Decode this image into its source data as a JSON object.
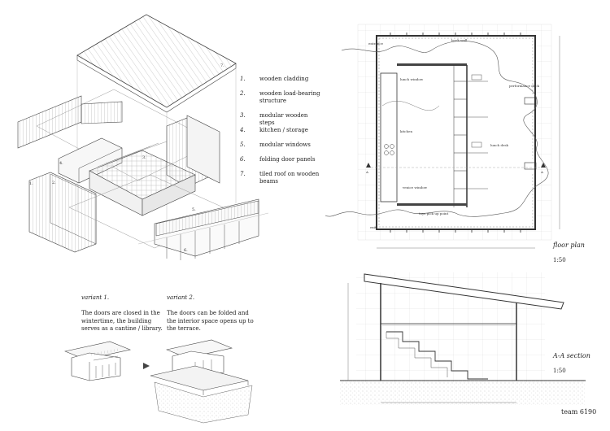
{
  "legend": [
    {
      "num": "1.",
      "text": "wooden cladding"
    },
    {
      "num": "2.",
      "text": "wooden load-bearing structure"
    },
    {
      "num": "3.",
      "text": "modular wooden steps"
    },
    {
      "num": "4.",
      "text": "kitchen / storage"
    },
    {
      "num": "5.",
      "text": "modular windows"
    },
    {
      "num": "6.",
      "text": "folding door panels"
    },
    {
      "num": "7.",
      "text": "tiled roof on wooden beams"
    }
  ],
  "axo_tags": [
    "7.",
    "1.",
    "2.",
    "3.",
    "4.",
    "5.",
    "6."
  ],
  "plan_labels": {
    "entrance": "entrance",
    "book_wall": "book wall",
    "lunch_window": "lunch window",
    "performance_deck": "performance deck",
    "kitchen": "kitchen",
    "lunch_desk": "lunch desk",
    "venice_window": "venice window",
    "toys_pick_up": "toys pick up point",
    "exit": "exit",
    "section_mark": "A"
  },
  "floor_plan": {
    "caption": "floor plan",
    "scale": "1:50"
  },
  "section": {
    "caption": "A-A section",
    "scale": "1:50"
  },
  "variants": [
    {
      "title": "variant 1.",
      "text": "The doors are closed in the wintertime, the building serves as a cantine / library."
    },
    {
      "title": "variant 2.",
      "text": "The doors can be folded and the interior space opens up to the terrace."
    }
  ],
  "team": "team 6190"
}
